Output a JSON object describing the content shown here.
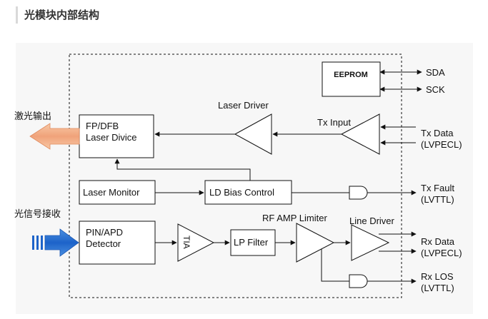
{
  "heading": "光模块内部结构",
  "diagram": {
    "eeprom": "EEPROM",
    "sda": "SDA",
    "sck": "SCK",
    "laser_driver": "Laser Driver",
    "tx_input": "Tx Input",
    "fp_dfb_line1": "FP/DFB",
    "fp_dfb_line2": "Laser Divice",
    "tx_data_line1": "Tx Data",
    "tx_data_line2": "(LVPECL)",
    "optical_output": "激光输出",
    "laser_monitor": "Laser Monitor",
    "ld_bias_control": "LD Bias Control",
    "tx_fault_line1": "Tx Fault",
    "tx_fault_line2": "(LVTTL)",
    "optical_input": "光信号接收",
    "rf_amp_limiter": "RF AMP Limiter",
    "line_driver": "Line Driver",
    "pin_apd_line1": "PIN/APD",
    "pin_apd_line2": "Detector",
    "tia": "TIA",
    "lp_filter": "LP Filter",
    "rx_data_line1": "Rx Data",
    "rx_data_line2": "(LVPECL)",
    "rx_los_line1": "Rx LOS",
    "rx_los_line2": "(LVTTL)"
  }
}
